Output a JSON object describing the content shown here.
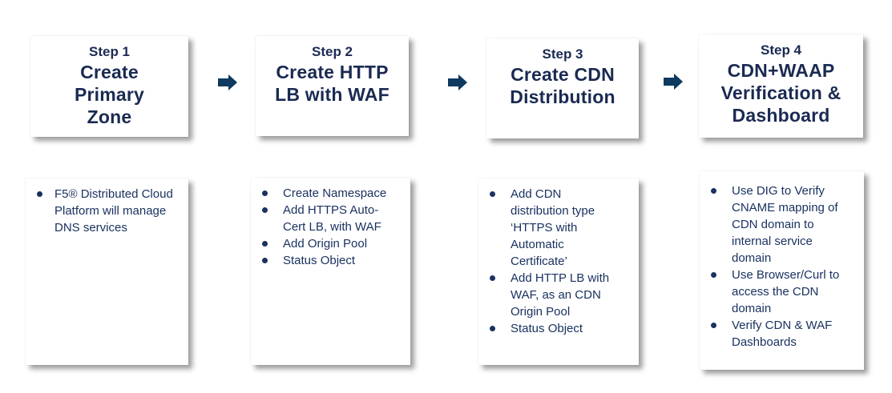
{
  "colors": {
    "header_text": "#1a2a52",
    "bullet_text": "#1a3260",
    "arrow": "#0d3a5e",
    "card_background": "#ffffff"
  },
  "steps": [
    {
      "label": "Step 1",
      "title_lines": [
        "Create",
        "Primary",
        "Zone"
      ],
      "bullets": [
        "F5® Distributed Cloud Platform will manage DNS services"
      ]
    },
    {
      "label": "Step 2",
      "title_lines": [
        "Create HTTP",
        "LB with WAF"
      ],
      "bullets": [
        "Create Namespace",
        "Add HTTPS Auto-Cert LB, with WAF",
        "Add Origin Pool",
        "Status Object"
      ]
    },
    {
      "label": "Step 3",
      "title_lines": [
        "Create CDN",
        "Distribution"
      ],
      "bullets": [
        "Add CDN distribution type ‘HTTPS with Automatic Certificate’",
        "Add HTTP LB with WAF, as an CDN Origin Pool",
        "Status Object"
      ]
    },
    {
      "label": "Step 4",
      "title_lines": [
        "CDN+WAAP",
        "Verification &",
        "Dashboard"
      ],
      "bullets": [
        "Use DIG to Verify CNAME mapping of CDN domain to internal service domain",
        "Use Browser/Curl to access the CDN domain",
        "Verify CDN & WAF Dashboards"
      ]
    }
  ]
}
